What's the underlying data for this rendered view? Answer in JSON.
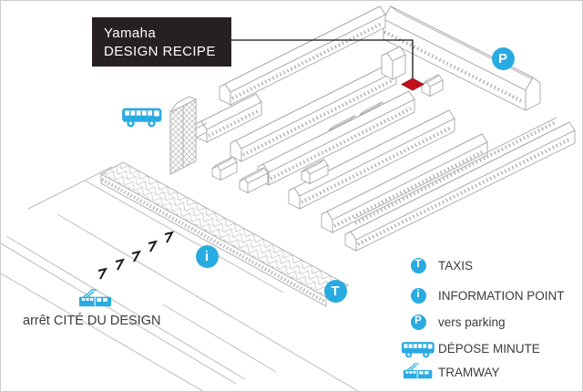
{
  "callout": {
    "line1": "Yamaha",
    "line2": "DESIGN RECIPE"
  },
  "tram_stop_label": "arrêt CITÉ DU DESIGN",
  "map_markers": {
    "taxi_glyph": "T",
    "info_glyph": "i",
    "parking_glyph": "P",
    "bus_icon": "bus-icon",
    "tram_icon": "tram-icon",
    "destination_marker": "red-diamond-marker"
  },
  "legend": {
    "items": [
      {
        "icon": "taxi-circle-icon",
        "glyph": "T",
        "label": "TAXIS"
      },
      {
        "icon": "info-circle-icon",
        "glyph": "i",
        "label": "INFORMATION POINT"
      },
      {
        "icon": "parking-circle-icon",
        "glyph": "P",
        "label": "vers parking"
      },
      {
        "icon": "bus-icon",
        "glyph": "",
        "label": "DÉPOSE MINUTE"
      },
      {
        "icon": "tram-icon",
        "glyph": "",
        "label": "TRAMWAY"
      }
    ]
  },
  "colors": {
    "accent_blue": "#29abe2",
    "marker_red": "#c40f1e",
    "callout_bg": "#262120",
    "line_gray": "#a6a6a6",
    "text_dark": "#3b3b3a"
  }
}
